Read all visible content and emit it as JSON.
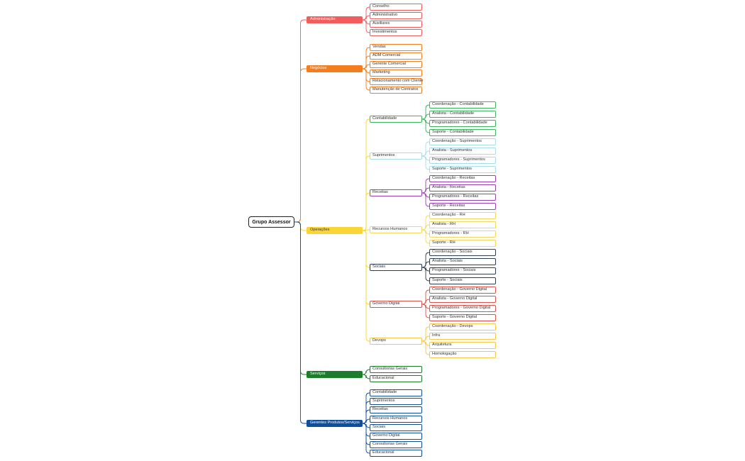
{
  "mindmap": {
    "root": "Grupo Assessor",
    "branches": [
      {
        "label": "Administração",
        "color": "#f25c5c",
        "text_color": "#ffffff",
        "children": [
          {
            "label": "Conselho"
          },
          {
            "label": "Administrativo"
          },
          {
            "label": "Auxiliares"
          },
          {
            "label": "Investimentos"
          }
        ]
      },
      {
        "label": "Negócios",
        "color": "#f47d1d",
        "text_color": "#ffffff",
        "children": [
          {
            "label": "Vendas"
          },
          {
            "label": "ADM Comercial"
          },
          {
            "label": "Gerente Comercial"
          },
          {
            "label": "Marketing"
          },
          {
            "label": "Relacionamento com Cliente"
          },
          {
            "label": "Manutenção de Contratos"
          }
        ]
      },
      {
        "label": "Operações",
        "color": "#fbd536",
        "text_color": "#333333",
        "children": [
          {
            "label": "Contabilidade",
            "color": "#3cb35c",
            "children": [
              "Coordenação - Contabilidade",
              "Analista - Contabilidade",
              "Programadores - Contabilidade",
              "Suporte - Contabilidade"
            ]
          },
          {
            "label": "Suprimentos",
            "color": "#a8dde8",
            "children": [
              "Coordenação - Suprimentos",
              "Analista - Suprimentos",
              "Programadores - Suprimentos",
              "Suporte - Suprimentos"
            ]
          },
          {
            "label": "Receitas",
            "color": "#9b3fb5",
            "children": [
              "Coordenação - Receitas",
              "Analista - Receitas",
              "Programadores - Receitas",
              "Suporte - Receitas"
            ]
          },
          {
            "label": "Recursos Humanos",
            "color": "#f6d860",
            "children": [
              "Coordenação - RH",
              "Analista - RH",
              "Programadores - RH",
              "Suporte - RH"
            ]
          },
          {
            "label": "Sociais",
            "color": "#2d3e50",
            "children": [
              "Coordenação - Sociais",
              "Analista - Sociais",
              "Programadores - Sociais",
              "Suporte - Sociais"
            ]
          },
          {
            "label": "Governo Digital",
            "color": "#d9534f",
            "children": [
              "Coordenação - Governo Digital",
              "Analista - Governo Digital",
              "Programadores - Governo Digital",
              "Suporte - Governo Digital"
            ]
          },
          {
            "label": "Devops",
            "color": "#f5c64a",
            "children": [
              "Coordenação - Devops",
              "Infra",
              "Arquitetura",
              "Homologação"
            ]
          }
        ]
      },
      {
        "label": "Serviços",
        "color": "#1e7d2a",
        "text_color": "#ffffff",
        "children": [
          {
            "label": "Consultorias Gerais"
          },
          {
            "label": "Educacional"
          }
        ]
      },
      {
        "label": "Gerentes Produtos/Serviços",
        "color": "#0e4f9c",
        "text_color": "#ffffff",
        "children": [
          {
            "label": "Contabilidade"
          },
          {
            "label": "Suprimentos"
          },
          {
            "label": "Receitas"
          },
          {
            "label": "Recursos Humanos"
          },
          {
            "label": "Sociais"
          },
          {
            "label": "Governo Digital"
          },
          {
            "label": "Consultorias Gerais"
          },
          {
            "label": "Educacional"
          }
        ]
      }
    ]
  }
}
